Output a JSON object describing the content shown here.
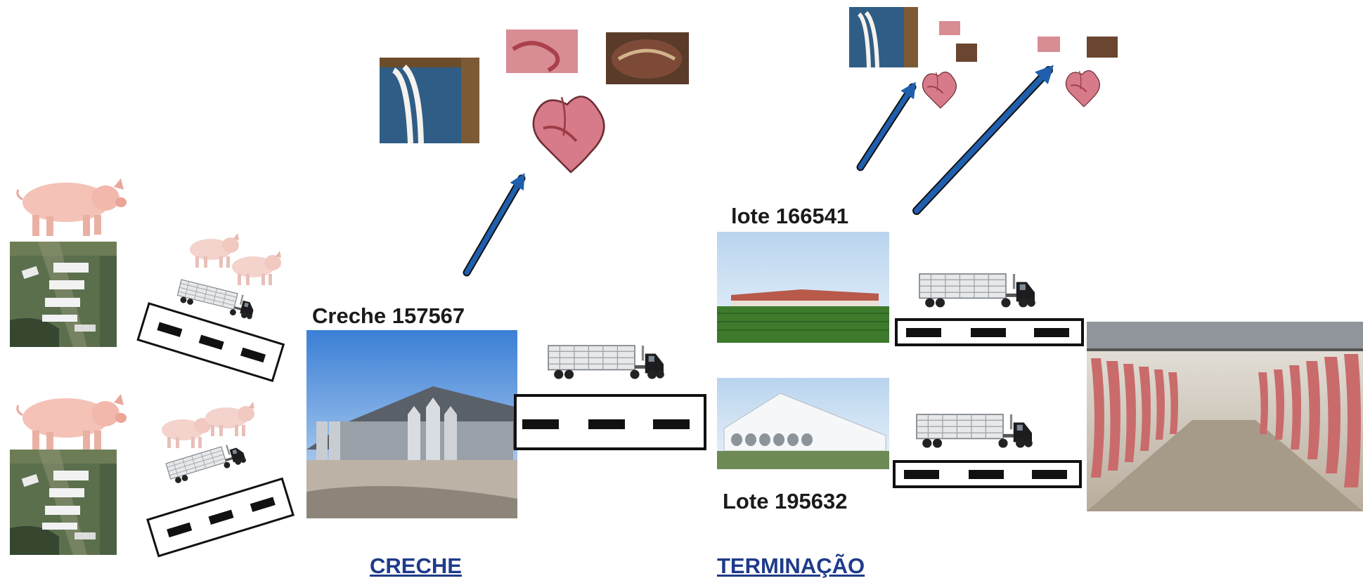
{
  "labels": {
    "creche_lot": "Creche  157567",
    "lote_top": "lote 166541",
    "lote_bottom": "Lote 195632"
  },
  "stages": {
    "creche": "CRECHE",
    "terminacao": "TERMINAÇÃO"
  },
  "colors": {
    "arrow": "#1f5fae",
    "stage_text": "#1f3b8a",
    "meat": "#c96b6b",
    "barn_roof": "#5a6068",
    "sky": "#7fb3e8",
    "grass": "#3e7a2c"
  },
  "icons": [
    "pig-icon",
    "piglet-icon",
    "truck-icon",
    "farm-aerial-photo",
    "barn-photo",
    "organ-samples-icon",
    "slaughterhouse-photo"
  ]
}
